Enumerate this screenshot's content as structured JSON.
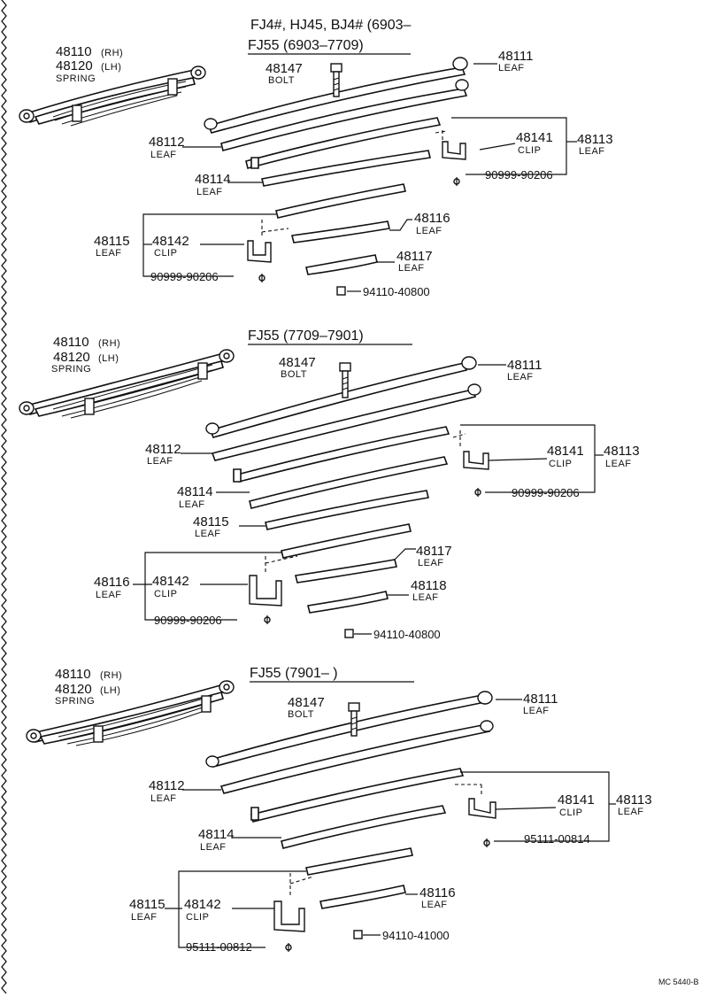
{
  "border_color": "#111111",
  "sections": [
    {
      "header": [
        "FJ4#, HJ45, BJ4#  (6903–",
        "FJ55      (6903–7709)"
      ],
      "assembly": {
        "rh": "48110",
        "rh_side": "(RH)",
        "lh": "48120",
        "lh_side": "(LH)",
        "name": "SPRING"
      },
      "labels": {
        "bolt_no": "48147",
        "bolt_name": "BOLT",
        "leaf1_no": "48111",
        "leaf1_name": "LEAF",
        "leaf2_no": "48112",
        "leaf2_name": "LEAF",
        "clip1_no": "48141",
        "clip1_name": "CLIP",
        "group1_no": "48113",
        "group1_name": "LEAF",
        "screw1": "90999-90206",
        "leaf4_no": "48114",
        "leaf4_name": "LEAF",
        "leafa_no": "48116",
        "leafa_name": "LEAF",
        "group2_no": "48115",
        "group2_name": "LEAF",
        "clip2_no": "48142",
        "clip2_name": "CLIP",
        "leafb_no": "48117",
        "leafb_name": "LEAF",
        "screw2": "90999-90206",
        "nut": "94110-40800"
      }
    },
    {
      "header": [
        "FJ55      (7709–7901)"
      ],
      "assembly": {
        "rh": "48110",
        "rh_side": "(RH)",
        "lh": "48120",
        "lh_side": "(LH)",
        "name": "SPRING"
      },
      "labels": {
        "bolt_no": "48147",
        "bolt_name": "BOLT",
        "leaf1_no": "48111",
        "leaf1_name": "LEAF",
        "leaf2_no": "48112",
        "leaf2_name": "LEAF",
        "clip1_no": "48141",
        "clip1_name": "CLIP",
        "group1_no": "48113",
        "group1_name": "LEAF",
        "screw1": "90999-90206",
        "leaf4_no": "48114",
        "leaf4_name": "LEAF",
        "leaf5_no": "48115",
        "leaf5_name": "LEAF",
        "leafa_no": "48117",
        "leafa_name": "LEAF",
        "group2_no": "48116",
        "group2_name": "LEAF",
        "clip2_no": "48142",
        "clip2_name": "CLIP",
        "leafb_no": "48118",
        "leafb_name": "LEAF",
        "screw2": "90999-90206",
        "nut": "94110-40800"
      }
    },
    {
      "header": [
        "FJ55       (7901–         )"
      ],
      "assembly": {
        "rh": "48110",
        "rh_side": "(RH)",
        "lh": "48120",
        "lh_side": "(LH)",
        "name": "SPRING"
      },
      "labels": {
        "bolt_no": "48147",
        "bolt_name": "BOLT",
        "leaf1_no": "48111",
        "leaf1_name": "LEAF",
        "leaf2_no": "48112",
        "leaf2_name": "LEAF",
        "clip1_no": "48141",
        "clip1_name": "CLIP",
        "group1_no": "48113",
        "group1_name": "LEAF",
        "screw1": "95111-00814",
        "leaf4_no": "48114",
        "leaf4_name": "LEAF",
        "group2_no": "48115",
        "group2_name": "LEAF",
        "clip2_no": "48142",
        "clip2_name": "CLIP",
        "leafa_no": "48116",
        "leafa_name": "LEAF",
        "screw2": "95111-00812",
        "nut": "94110-41000"
      }
    }
  ],
  "footer_code": "MC  5440-B"
}
